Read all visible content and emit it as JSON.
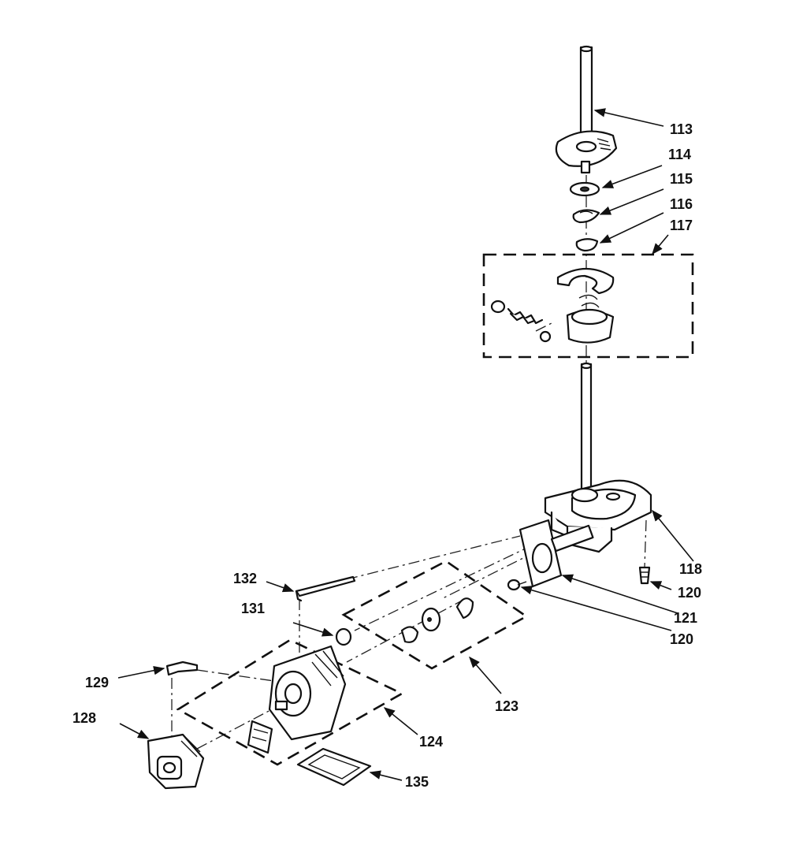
{
  "diagram": {
    "callouts": [
      {
        "id": "c113",
        "label": "113"
      },
      {
        "id": "c114",
        "label": "114"
      },
      {
        "id": "c115",
        "label": "115"
      },
      {
        "id": "c116",
        "label": "116"
      },
      {
        "id": "c117",
        "label": "117"
      },
      {
        "id": "c118",
        "label": "118"
      },
      {
        "id": "c120a",
        "label": "120"
      },
      {
        "id": "c121",
        "label": "121"
      },
      {
        "id": "c120b",
        "label": "120"
      },
      {
        "id": "c123",
        "label": "123"
      },
      {
        "id": "c124",
        "label": "124"
      },
      {
        "id": "c128",
        "label": "128"
      },
      {
        "id": "c129",
        "label": "129"
      },
      {
        "id": "c131",
        "label": "131"
      },
      {
        "id": "c132",
        "label": "132"
      },
      {
        "id": "c135",
        "label": "135"
      }
    ],
    "colors": {
      "ink": "#111111",
      "paper": "#ffffff"
    }
  }
}
